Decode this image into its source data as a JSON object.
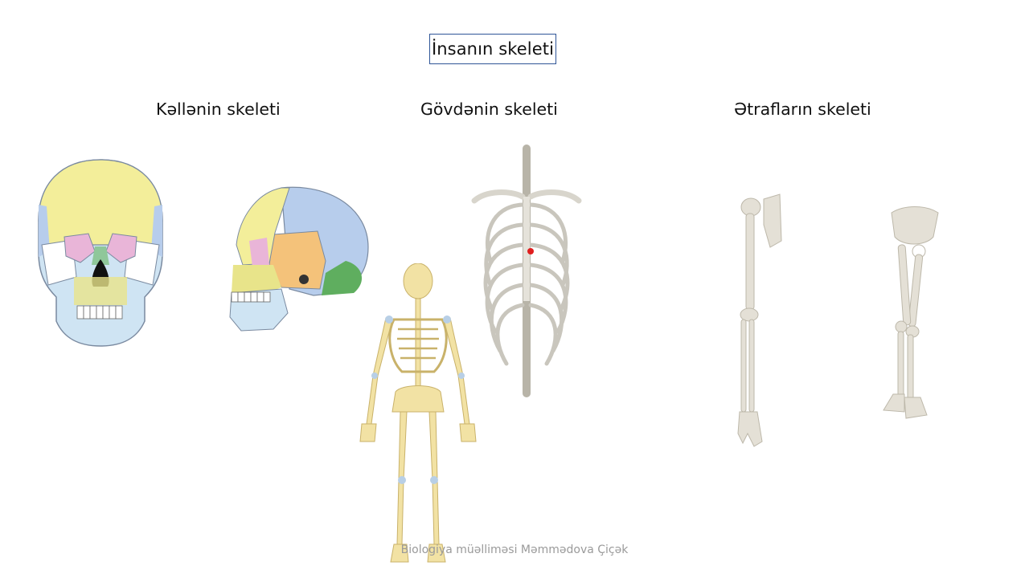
{
  "slide": {
    "title": "İnsanın skeleti",
    "sections": [
      {
        "heading": "Kəllənin skeleti"
      },
      {
        "heading": "Gövdənin skeleti"
      },
      {
        "heading": "Ətrafların skeleti"
      }
    ],
    "footer": "Biologiya müəlliməsi Məmmədova Çiçək"
  },
  "colors": {
    "title_border": "#2f5597",
    "bone_skull_top": "#f3ee9a",
    "bone_cheek": "#ffffff",
    "bone_jaw": "#cfe4f3",
    "bone_nasal": "#8fc79a",
    "bone_orbit": "#e9b5d8",
    "bone_temporal": "#f4c27a",
    "bone_parietal": "#b7cdec",
    "bone_occipital": "#5fae5f",
    "skeleton_yellow": "#f2e2a4",
    "skeleton_joint": "#b8cfe6",
    "realistic_bone": "#dcd8cc",
    "footer_text": "#9a9a9a"
  }
}
